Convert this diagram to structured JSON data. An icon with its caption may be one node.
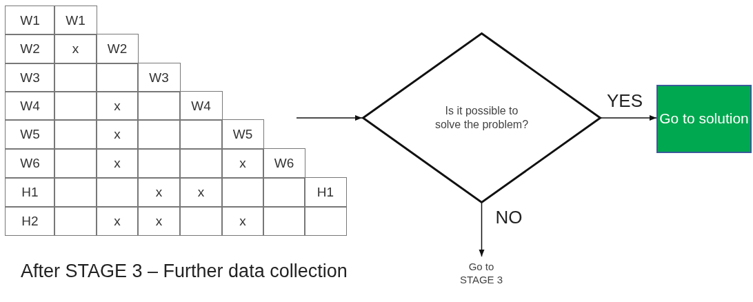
{
  "diagram": {
    "caption": "After STAGE 3 – Further data collection",
    "nodes": [
      {
        "text": [
          "Is it possible to solve the problem?"
        ]
      },
      {
        "text": [
          "Go to solution"
        ]
      },
      {
        "text": [
          "Go to STAGE 3"
        ]
      }
    ],
    "edges": [
      {
        "from": null,
        "to": 0,
        "arrow": "to"
      },
      {
        "from": 0,
        "to": 1,
        "arrow": "to",
        "label": "YES"
      },
      {
        "from": 0,
        "to": 2,
        "arrow": "to",
        "label": "NO"
      }
    ],
    "labels": [
      "W1",
      "W1",
      "W2",
      "x",
      "W2",
      "W3",
      "W3",
      "W4",
      "x",
      "W4",
      "W5",
      "x",
      "W5",
      "W6",
      "x",
      "x",
      "W6",
      "H1",
      "x",
      "x",
      "H1",
      "H2",
      "x",
      "x",
      "x"
    ]
  }
}
